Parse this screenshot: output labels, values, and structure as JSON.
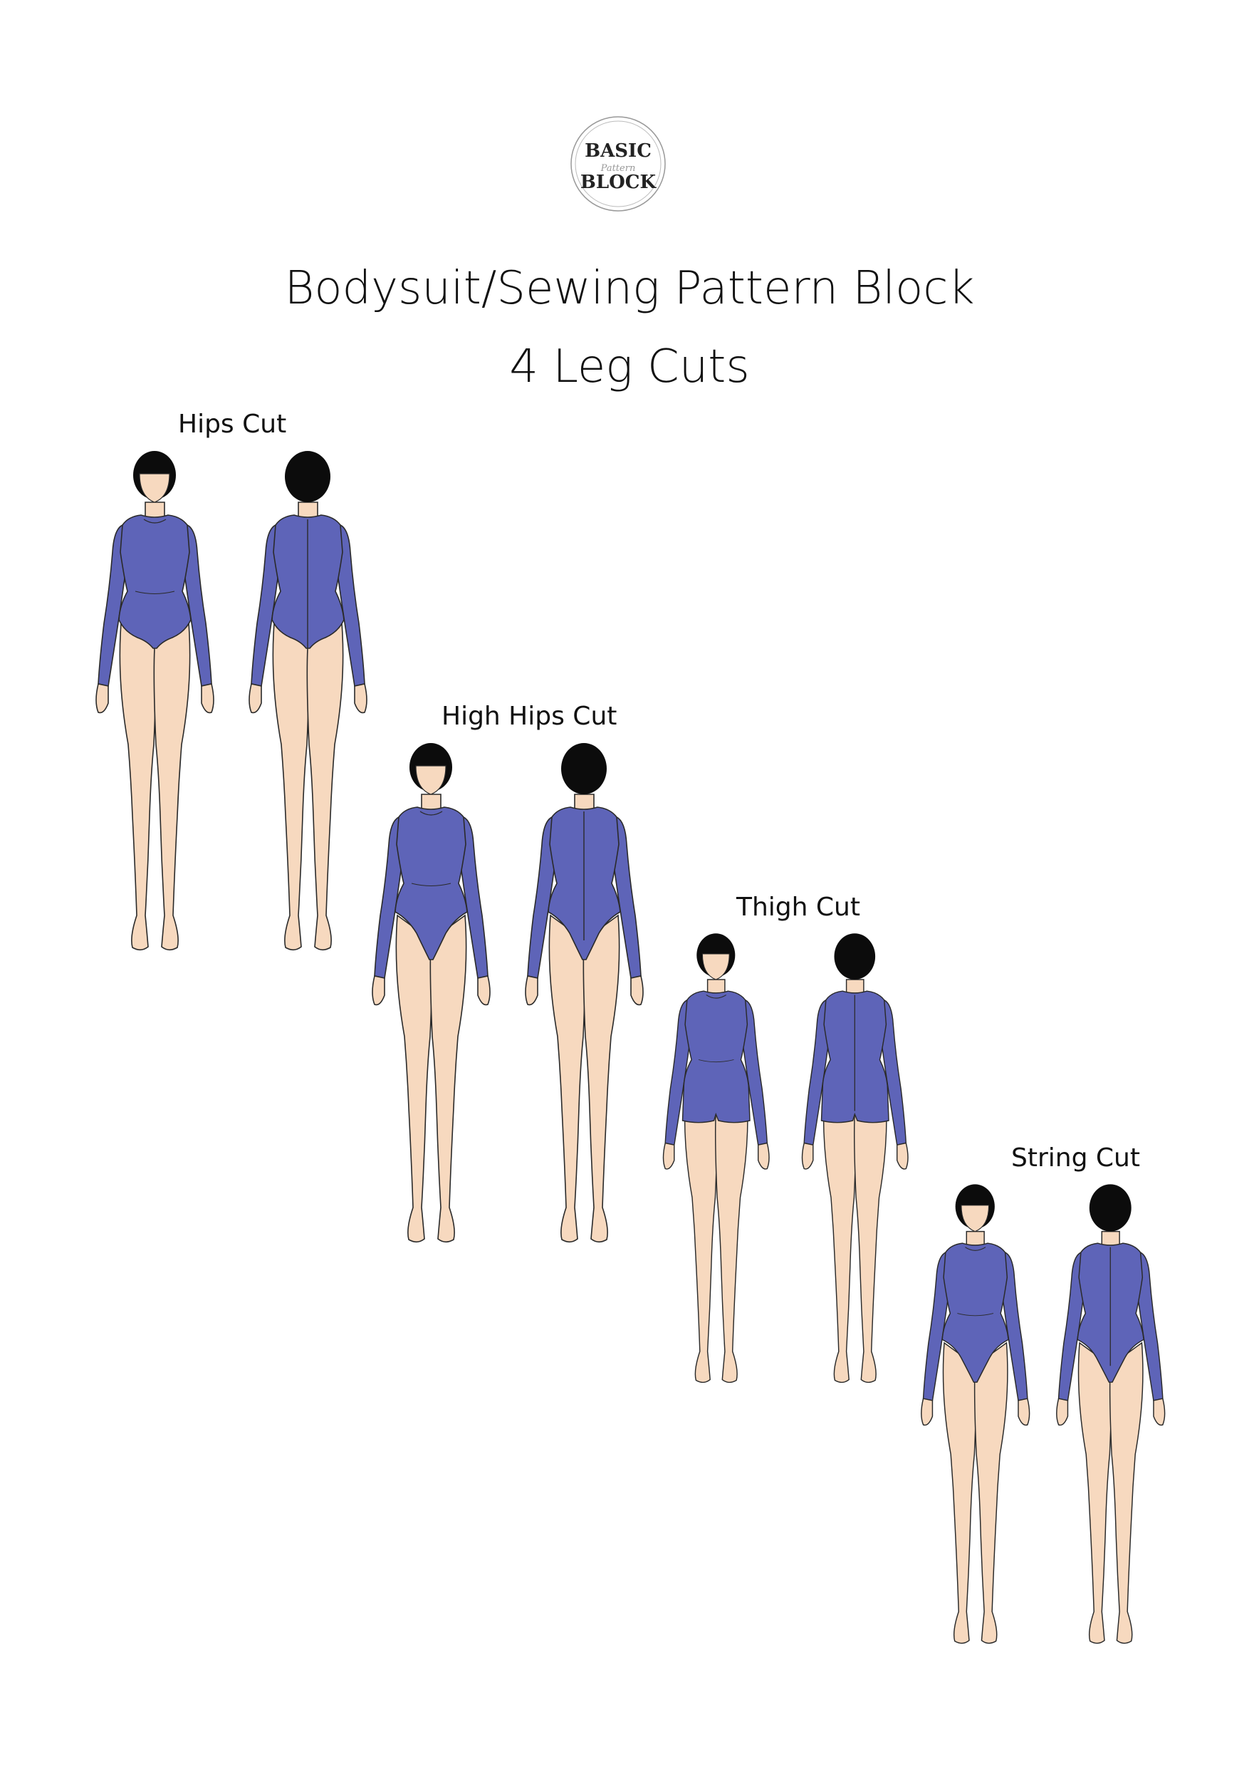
{
  "logo": {
    "line1": "BASIC",
    "script": "Pattern",
    "line2": "BLOCK"
  },
  "title": {
    "line1": "Bodysuit/Sewing Pattern Block",
    "line2": "4 Leg Cuts"
  },
  "colors": {
    "garment": "#5e64b8",
    "skin": "#f7d9bf",
    "hair": "#0c0c0c",
    "outline": "#2a2a2a"
  },
  "groups": [
    {
      "label": "Hips Cut",
      "cut": "hips"
    },
    {
      "label": "High Hips Cut",
      "cut": "high-hips"
    },
    {
      "label": "Thigh Cut",
      "cut": "thigh"
    },
    {
      "label": "String Cut",
      "cut": "string"
    }
  ]
}
